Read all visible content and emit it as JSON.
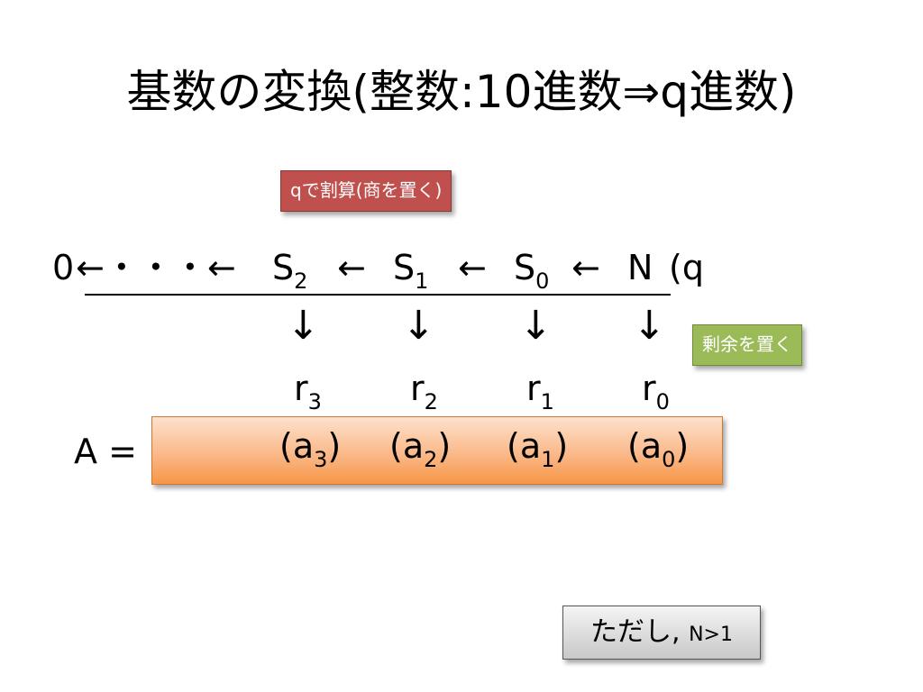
{
  "title": "基数の変換(整数:10進数⇒q進数)",
  "callout_divide": "qで割算(商を置く)",
  "callout_remainder": "剰余を置く",
  "quotient_row": {
    "zero": "0",
    "dots": "←・・・←",
    "s2": {
      "base": "S",
      "sub": "2"
    },
    "arrow1": "←",
    "s1": {
      "base": "S",
      "sub": "1"
    },
    "arrow2": "←",
    "s0": {
      "base": "S",
      "sub": "0"
    },
    "arrow3": "←",
    "n": "N",
    "divisor": "(q"
  },
  "down_arrow": "↓",
  "remainders": [
    {
      "base": "r",
      "sub": "3"
    },
    {
      "base": "r",
      "sub": "2"
    },
    {
      "base": "r",
      "sub": "1"
    },
    {
      "base": "r",
      "sub": "0"
    }
  ],
  "answer_label": "A =",
  "digits": [
    {
      "open": "(a",
      "sub": "3",
      "close": ")"
    },
    {
      "open": "(a",
      "sub": "2",
      "close": ")"
    },
    {
      "open": "(a",
      "sub": "1",
      "close": ")"
    },
    {
      "open": "(a",
      "sub": "0",
      "close": ")"
    }
  ],
  "note": {
    "text": "ただし,",
    "condition": "N>1"
  }
}
